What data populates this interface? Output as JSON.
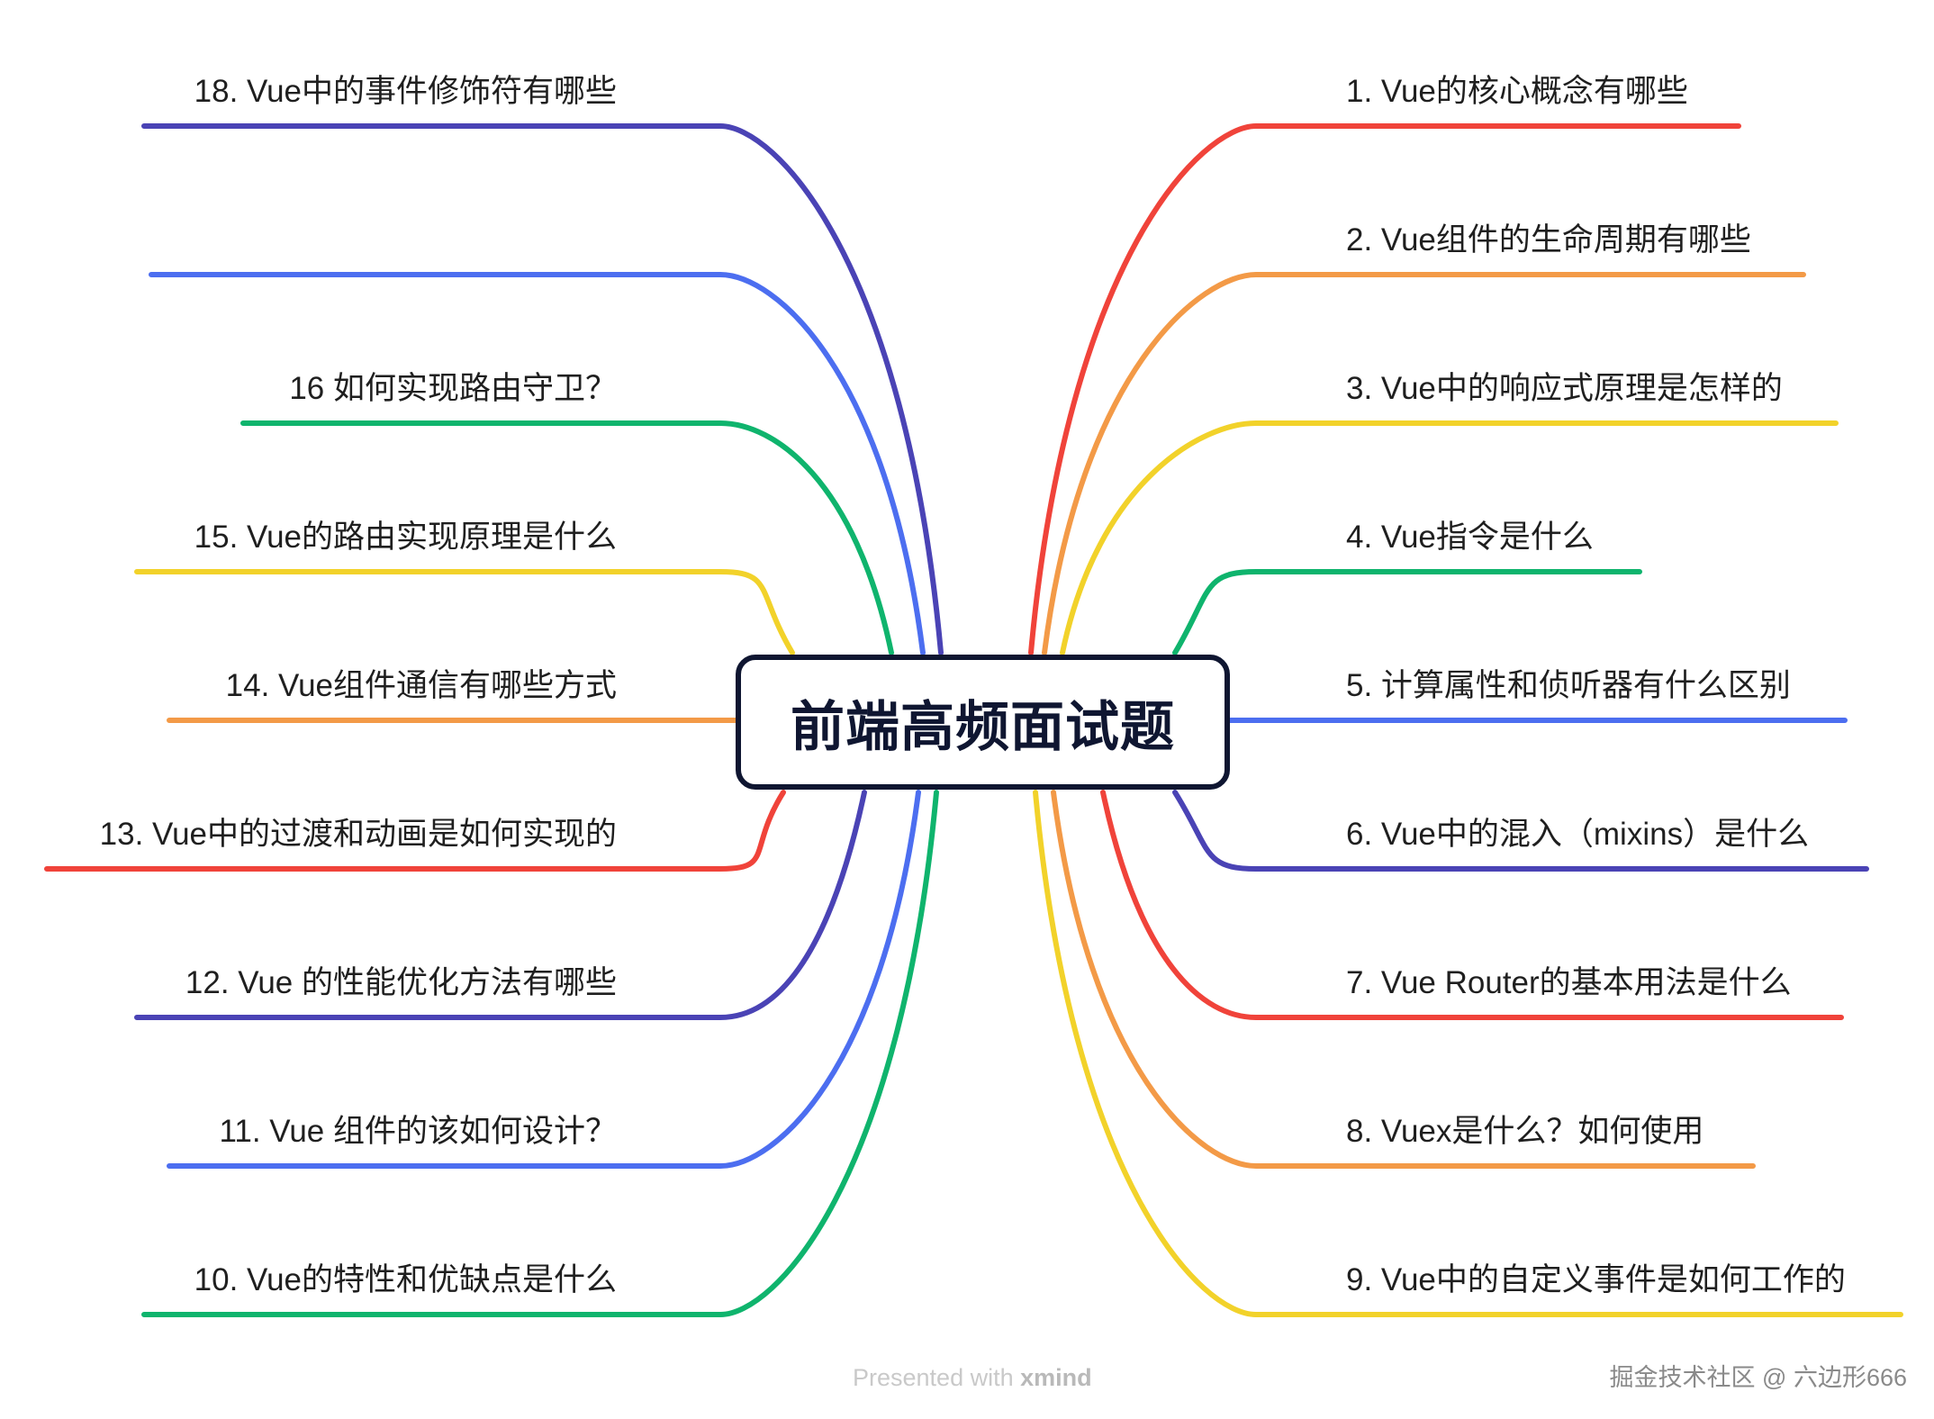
{
  "central_topic": "前端高频面试题",
  "palette": {
    "red": "#f0433a",
    "orange": "#f39a47",
    "yellow": "#f2d22a",
    "green": "#0fb46d",
    "blue": "#4c6ef0",
    "indigo": "#4a43b5"
  },
  "right_topics": [
    {
      "label": "1. Vue的核心概念有哪些",
      "color": "red"
    },
    {
      "label": "2. Vue组件的生命周期有哪些",
      "color": "orange"
    },
    {
      "label": "3. Vue中的响应式原理是怎样的",
      "color": "yellow"
    },
    {
      "label": "4. Vue指令是什么",
      "color": "green"
    },
    {
      "label": "5. 计算属性和侦听器有什么区别",
      "color": "blue"
    },
    {
      "label": "6. Vue中的混入（mixins）是什么",
      "color": "indigo"
    },
    {
      "label": "7. Vue Router的基本用法是什么",
      "color": "red"
    },
    {
      "label": "8. Vuex是什么？如何使用",
      "color": "orange"
    },
    {
      "label": "9. Vue中的自定义事件是如何工作的",
      "color": "yellow"
    }
  ],
  "left_topics": [
    {
      "label": "18. Vue中的事件修饰符有哪些",
      "color": "indigo"
    },
    {
      "label": "",
      "color": "blue"
    },
    {
      "label": "16 如何实现路由守卫？",
      "color": "green"
    },
    {
      "label": "15.  Vue的路由实现原理是什么",
      "color": "yellow"
    },
    {
      "label": "14.  Vue组件通信有哪些方式",
      "color": "orange"
    },
    {
      "label": "13. Vue中的过渡和动画是如何实现的",
      "color": "red"
    },
    {
      "label": "12. Vue 的性能优化方法有哪些",
      "color": "indigo"
    },
    {
      "label": "11. Vue 组件的该如何设计？",
      "color": "blue"
    },
    {
      "label": "10. Vue的特性和优缺点是什么",
      "color": "green"
    }
  ],
  "footer": {
    "presented_prefix": "Presented with",
    "presented_brand": "xmind",
    "watermark": "掘金技术社区 @ 六边形666"
  }
}
